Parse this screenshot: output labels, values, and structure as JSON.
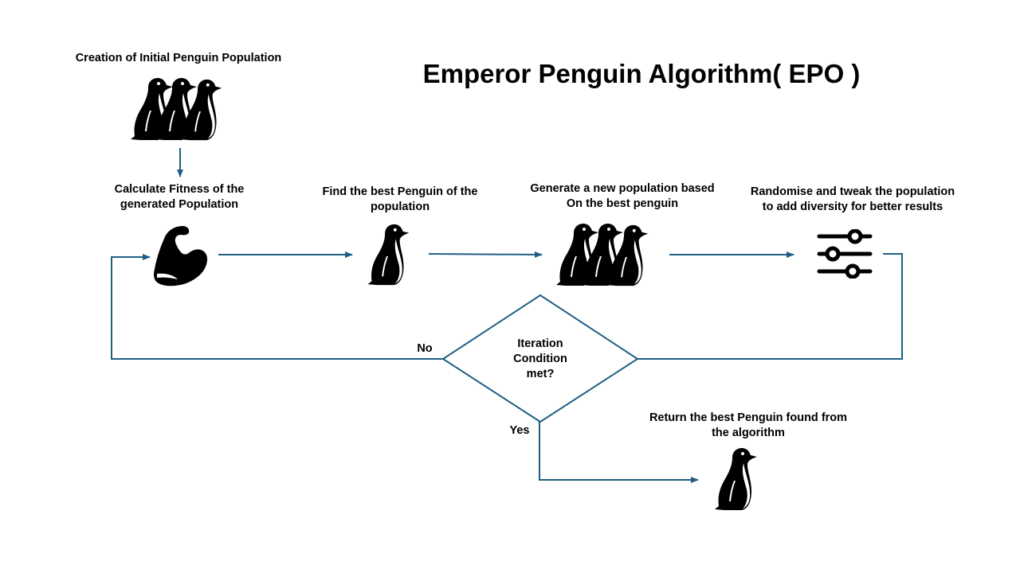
{
  "title": "Emperor Penguin Algorithm( EPO )",
  "colors": {
    "connector": "#1f5f84",
    "icon": "#000000",
    "background": "#ffffff"
  },
  "nodes": {
    "init": {
      "label": "Creation of Initial Penguin Population",
      "icon": "penguin-group-icon"
    },
    "fitness": {
      "label": "Calculate Fitness of the\ngenerated Population",
      "icon": "flexed-bicep-icon"
    },
    "best": {
      "label": "Find the best Penguin of the\npopulation",
      "icon": "penguin-icon"
    },
    "generate": {
      "label": "Generate a new population based\nOn the best penguin",
      "icon": "penguin-group-icon"
    },
    "randomise": {
      "label": "Randomise and tweak the population\nto add diversity for better results",
      "icon": "sliders-icon"
    },
    "decision": {
      "label": "Iteration\nCondition\nmet?"
    },
    "result": {
      "label": "Return the best Penguin found from\nthe algorithm",
      "icon": "penguin-icon"
    }
  },
  "edges": {
    "no_label": "No",
    "yes_label": "Yes"
  }
}
